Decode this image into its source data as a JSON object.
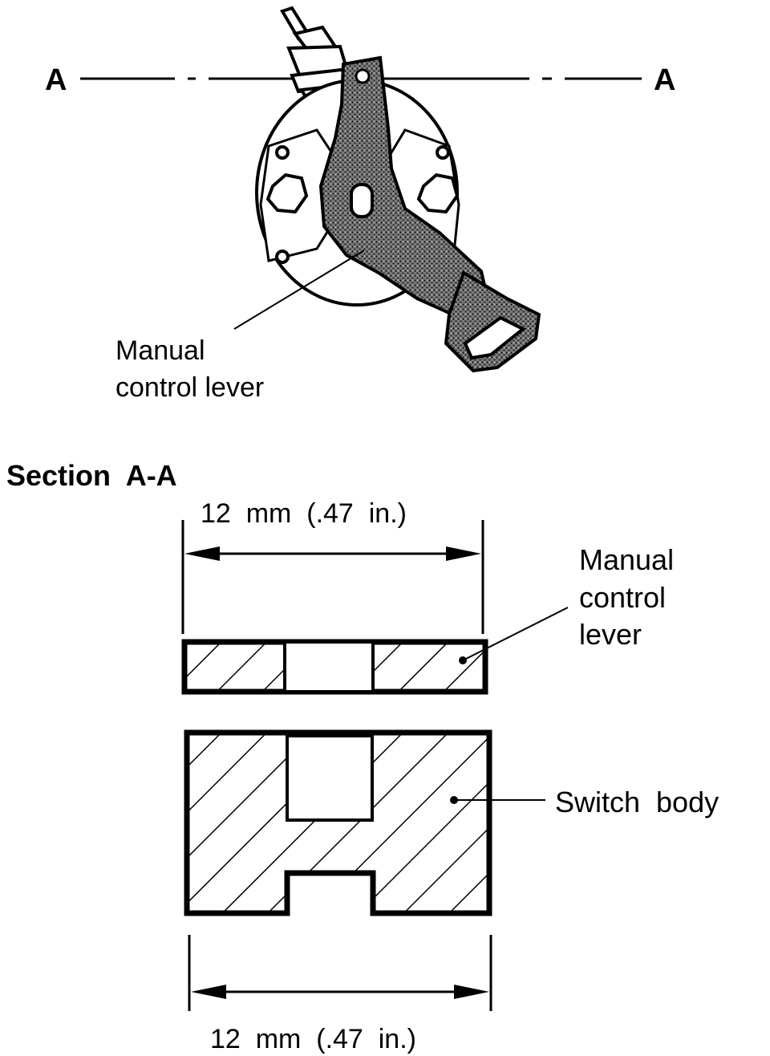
{
  "section_line": {
    "left_label": "A",
    "right_label": "A"
  },
  "top_view": {
    "lever_label_line1": "Manual",
    "lever_label_line2": "control lever"
  },
  "section": {
    "title": "Section  A-A",
    "top_dimension": "12  mm  (.47  in.)",
    "bottom_dimension": "12  mm  (.47  in.)",
    "lever_label_line1": "Manual",
    "lever_label_line2": "control",
    "lever_label_line3": "lever",
    "switch_body_label": "Switch  body"
  },
  "colors": {
    "ink": "#000000",
    "paper": "#ffffff"
  }
}
